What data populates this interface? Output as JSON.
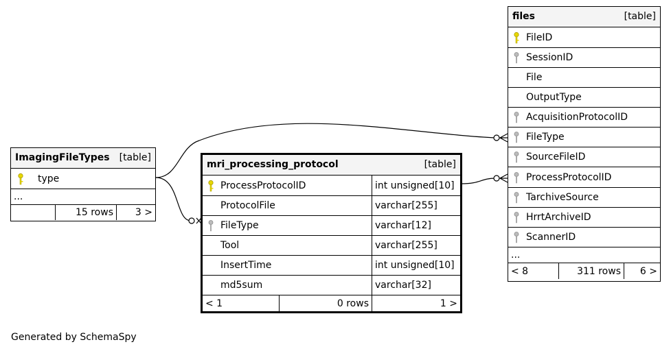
{
  "imaging_file_types": {
    "name": "ImagingFileTypes",
    "kind": "[table]",
    "columns": [
      {
        "name": "type",
        "key": "primary",
        "key_icon": "primary-key-icon"
      }
    ],
    "more": "...",
    "rows_label": "15 rows",
    "next_label": "3 >"
  },
  "mri_processing_protocol": {
    "name": "mri_processing_protocol",
    "kind": "[table]",
    "columns": [
      {
        "name": "ProcessProtocolID",
        "type": "int unsigned[10]",
        "key": "primary",
        "key_icon": "primary-key-icon"
      },
      {
        "name": "ProtocolFile",
        "type": "varchar[255]",
        "key": "none"
      },
      {
        "name": "FileType",
        "type": "varchar[12]",
        "key": "foreign",
        "key_icon": "foreign-key-icon"
      },
      {
        "name": "Tool",
        "type": "varchar[255]",
        "key": "none"
      },
      {
        "name": "InsertTime",
        "type": "int unsigned[10]",
        "key": "none"
      },
      {
        "name": "md5sum",
        "type": "varchar[32]",
        "key": "none"
      }
    ],
    "prev_label": "< 1",
    "rows_label": "0 rows",
    "next_label": "1 >"
  },
  "files": {
    "name": "files",
    "kind": "[table]",
    "columns": [
      {
        "name": "FileID",
        "key": "primary",
        "key_icon": "primary-key-icon"
      },
      {
        "name": "SessionID",
        "key": "foreign",
        "key_icon": "foreign-key-icon"
      },
      {
        "name": "File",
        "key": "none"
      },
      {
        "name": "OutputType",
        "key": "none"
      },
      {
        "name": "AcquisitionProtocolID",
        "key": "foreign",
        "key_icon": "foreign-key-icon"
      },
      {
        "name": "FileType",
        "key": "foreign",
        "key_icon": "foreign-key-icon"
      },
      {
        "name": "SourceFileID",
        "key": "foreign",
        "key_icon": "foreign-key-icon"
      },
      {
        "name": "ProcessProtocolID",
        "key": "foreign",
        "key_icon": "foreign-key-icon"
      },
      {
        "name": "TarchiveSource",
        "key": "foreign",
        "key_icon": "foreign-key-icon"
      },
      {
        "name": "HrrtArchiveID",
        "key": "foreign",
        "key_icon": "foreign-key-icon"
      },
      {
        "name": "ScannerID",
        "key": "foreign",
        "key_icon": "foreign-key-icon"
      }
    ],
    "more": "...",
    "prev_label": "< 8",
    "rows_label": "311 rows",
    "next_label": "6 >"
  },
  "footer": "Generated by SchemaSpy",
  "colors": {
    "primary_key": "#e8d800",
    "foreign_key": "#9a9a9a",
    "header_bg": "#f4f4f4",
    "line": "#000000"
  }
}
